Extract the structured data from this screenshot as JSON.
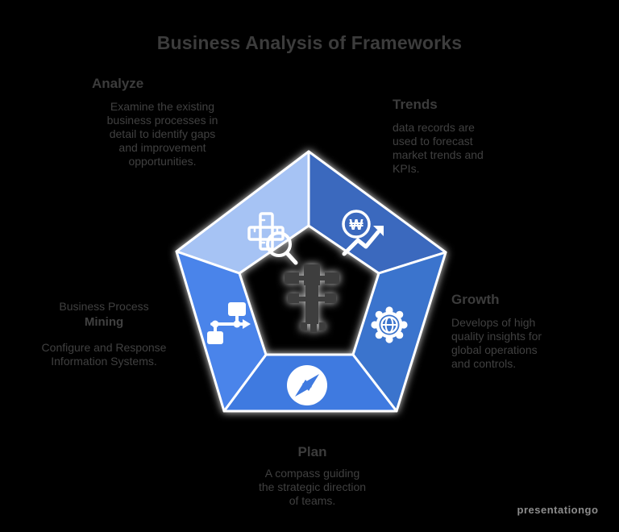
{
  "title": "Business Analysis of Frameworks",
  "watermark": "presentationgo",
  "colors": {
    "background": "#000000",
    "text": "#3f3f3f",
    "icon": "#ffffff",
    "center_icon": "#3e3e3e",
    "watermark": "#8c8c8c"
  },
  "pentagon": {
    "center_icon": "tree-icon",
    "won_glyph": "₩",
    "segments": [
      {
        "position": "top-left",
        "icon": "inspection-magnifier-icon",
        "color": "#a6c3f4"
      },
      {
        "position": "top-right",
        "icon": "currency-growth-icon",
        "color": "#3b69be"
      },
      {
        "position": "right",
        "icon": "gear-globe-icon",
        "color": "#3b74cd"
      },
      {
        "position": "bottom",
        "icon": "compass-icon",
        "color": "#3f7ae0"
      },
      {
        "position": "left",
        "icon": "flowchart-icon",
        "color": "#4a84ea"
      }
    ]
  },
  "blocks": {
    "top_left": {
      "heading": "Analyze",
      "body": "Examine the existing\nbusiness processes in\ndetail to identify gaps\nand improvement\nopportunities."
    },
    "top_right": {
      "heading": "Trends",
      "body": "data records are\nused to forecast\nmarket trends and\nKPIs."
    },
    "right": {
      "heading": "Growth",
      "body": "Develops of high\nquality insights for\nglobal operations\nand controls."
    },
    "bottom": {
      "heading": "Plan",
      "body": "A compass guiding\nthe strategic direction\nof teams."
    },
    "left": {
      "line1": "Business Process",
      "line2": "Mining",
      "para2": "Configure and Response\nInformation Systems."
    }
  }
}
